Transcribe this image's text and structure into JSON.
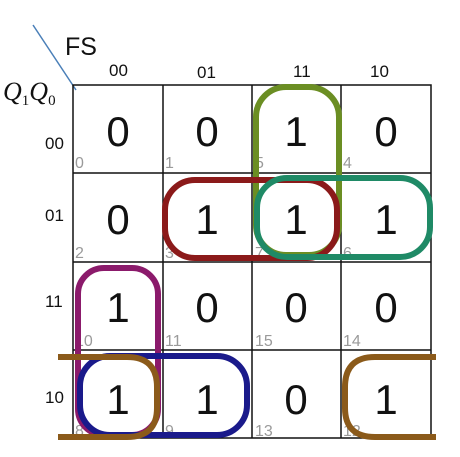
{
  "variables": {
    "top": "FS",
    "left_parts": [
      "Q",
      "1",
      "Q",
      "0"
    ]
  },
  "columns": [
    "00",
    "01",
    "11",
    "10"
  ],
  "rows": [
    "00",
    "01",
    "11",
    "10"
  ],
  "cells": [
    [
      {
        "value": "0",
        "index": "0"
      },
      {
        "value": "0",
        "index": "1"
      },
      {
        "value": "1",
        "index": "5"
      },
      {
        "value": "0",
        "index": "4"
      }
    ],
    [
      {
        "value": "0",
        "index": "2"
      },
      {
        "value": "1",
        "index": "3"
      },
      {
        "value": "1",
        "index": "7"
      },
      {
        "value": "1",
        "index": "6"
      }
    ],
    [
      {
        "value": "1",
        "index": "10"
      },
      {
        "value": "0",
        "index": "11"
      },
      {
        "value": "0",
        "index": "15"
      },
      {
        "value": "0",
        "index": "14"
      }
    ],
    [
      {
        "value": "1",
        "index": "8"
      },
      {
        "value": "1",
        "index": "9"
      },
      {
        "value": "0",
        "index": "13"
      },
      {
        "value": "1",
        "index": "12"
      }
    ]
  ],
  "groups": [
    {
      "name": "group-green-vertical",
      "color": "#6b8e23",
      "cells": [
        [
          0,
          2
        ],
        [
          1,
          2
        ]
      ]
    },
    {
      "name": "group-red-horizontal",
      "color": "#8b1a1a",
      "cells": [
        [
          1,
          1
        ],
        [
          1,
          2
        ]
      ]
    },
    {
      "name": "group-teal-horizontal",
      "color": "#1f8a66",
      "cells": [
        [
          1,
          2
        ],
        [
          1,
          3
        ]
      ]
    },
    {
      "name": "group-purple-vertical",
      "color": "#8b1a6b",
      "cells": [
        [
          2,
          0
        ],
        [
          3,
          0
        ]
      ]
    },
    {
      "name": "group-navy-horizontal",
      "color": "#1a1a8b",
      "cells": [
        [
          3,
          0
        ],
        [
          3,
          1
        ]
      ]
    },
    {
      "name": "group-brown-wrap",
      "color": "#8b5a1a",
      "cells": [
        [
          3,
          0
        ],
        [
          3,
          3
        ]
      ]
    }
  ]
}
